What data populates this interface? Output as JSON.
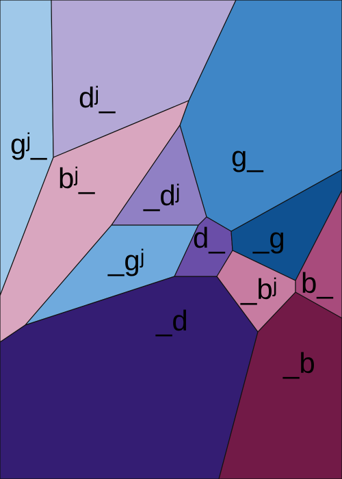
{
  "regions": [
    {
      "id": "gj_",
      "label": "gʲ_",
      "color": "#9fc8e9"
    },
    {
      "id": "dj_",
      "label": "dʲ_",
      "color": "#b4a8d6"
    },
    {
      "id": "g_",
      "label": "g_",
      "color": "#3f86c6"
    },
    {
      "id": "bj_",
      "label": "bʲ_",
      "color": "#d9a6bf"
    },
    {
      "id": "_dj",
      "label": "_dʲ",
      "color": "#9080c4"
    },
    {
      "id": "_gj",
      "label": "_gʲ",
      "color": "#6faadd"
    },
    {
      "id": "d_",
      "label": "d_",
      "color": "#6a4ea8"
    },
    {
      "id": "_g",
      "label": "_g",
      "color": "#0f5191"
    },
    {
      "id": "_bj",
      "label": "_bʲ",
      "color": "#c77ca1"
    },
    {
      "id": "b_",
      "label": "b_",
      "color": "#a84b7c"
    },
    {
      "id": "_d",
      "label": "_d",
      "color": "#341d73"
    },
    {
      "id": "_b",
      "label": "_b",
      "color": "#721a47"
    }
  ]
}
